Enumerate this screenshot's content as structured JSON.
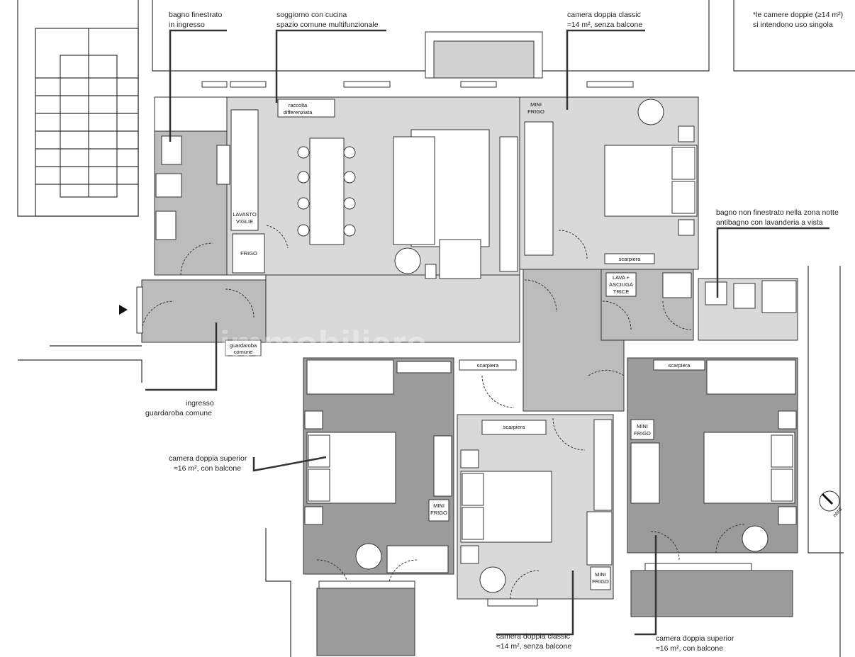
{
  "labels": {
    "bagno_ingresso": [
      "bagno finestrato",
      "in ingresso"
    ],
    "soggiorno": [
      "soggiorno con cucina",
      "spazio comune multifunzionale"
    ],
    "camera_classic_top": [
      "camera doppia classic",
      "≈14 m², senza balcone"
    ],
    "note": [
      "*le camere doppie (≥14 m²)",
      "si intendono uso singola"
    ],
    "bagno_notte": [
      "bagno non finestrato nella zona notte",
      "antibagno con lavanderia a vista"
    ],
    "ingresso": [
      "ingresso",
      "guardaroba comune"
    ],
    "camera_superior_left": [
      "camera doppia superior",
      "≈16 m², con balcone"
    ],
    "camera_classic_bottom": [
      "camera doppia classic",
      "≈14 m², senza balcone"
    ],
    "camera_superior_right": [
      "camera doppia superior",
      "≈16 m², con balcone"
    ]
  },
  "furniture": {
    "raccolta": [
      "raccolta",
      "differenziata"
    ],
    "lavastoviglie": [
      "LAVASTO",
      "VIGLIE"
    ],
    "frigo": "FRIGO",
    "mini_frigo": [
      "MINI",
      "FRIGO"
    ],
    "scarpiera": "scarpiera",
    "lavasciugatrice": [
      "LAVA +",
      "ASCIUGA",
      "TRICE"
    ],
    "guardaroba": [
      "guardaroba",
      "comune"
    ]
  },
  "compass": "nord",
  "watermark": "immobiliare",
  "colors": {
    "light_room": "#d9d9d9",
    "mid_room": "#bcbcbc",
    "dark_room": "#9b9b9b"
  }
}
